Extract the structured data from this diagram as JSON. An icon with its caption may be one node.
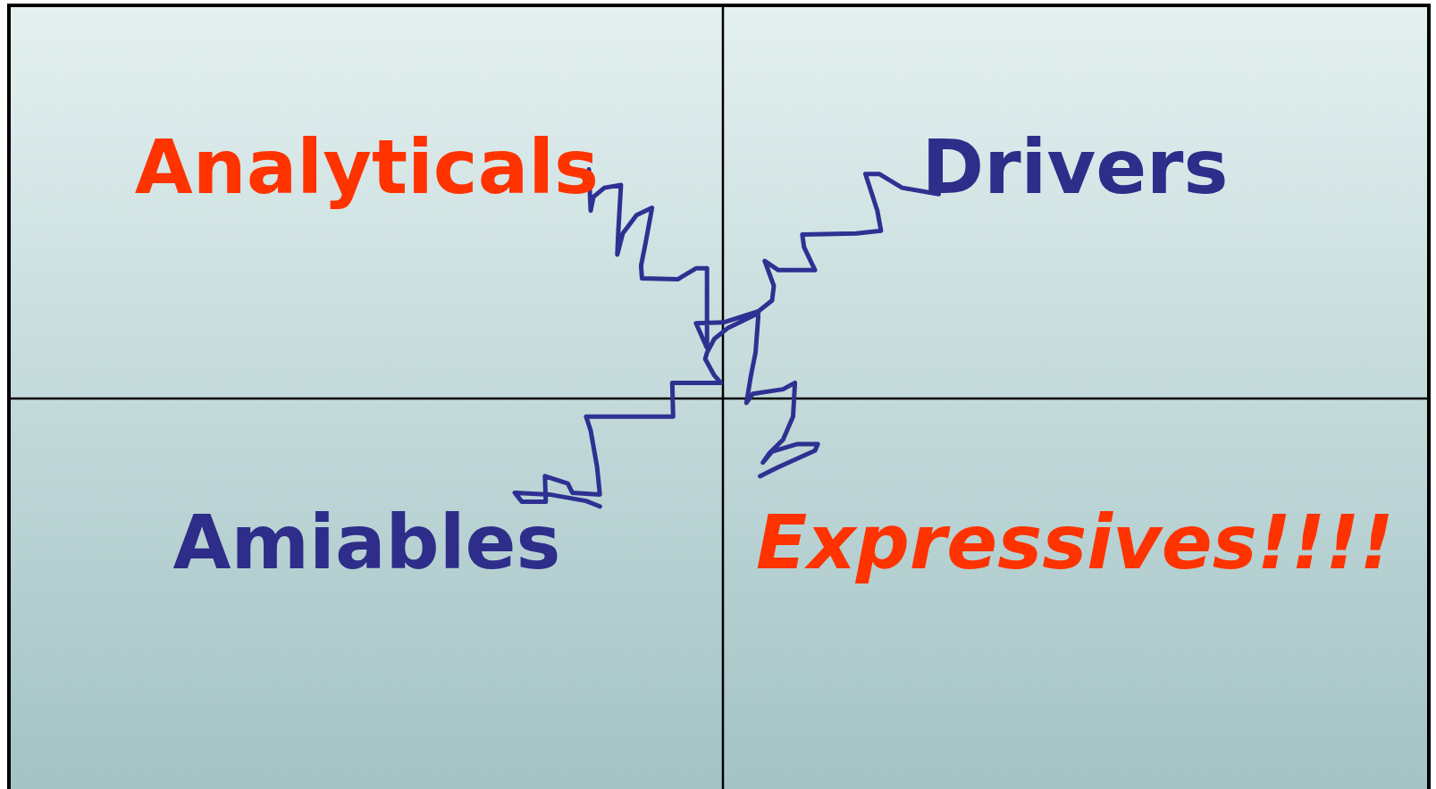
{
  "diagram": {
    "nodes": [
      {
        "text": [
          "Analyticals"
        ]
      },
      {
        "text": [
          "Drivers"
        ]
      },
      {
        "text": [
          "Amiables"
        ]
      },
      {
        "text": [
          "Expressives!!!!"
        ]
      }
    ]
  }
}
